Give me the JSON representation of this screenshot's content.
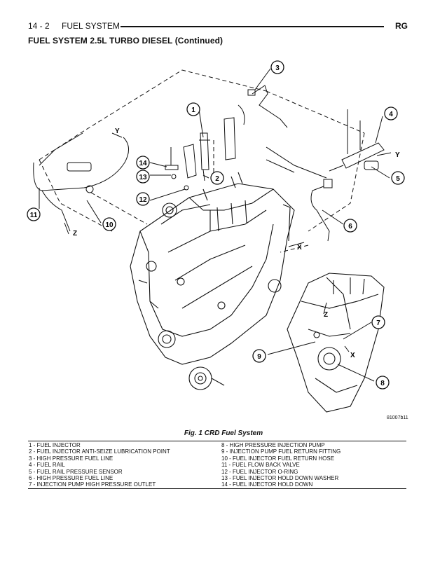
{
  "header": {
    "page": "14 - 2",
    "section": "FUEL SYSTEM",
    "code": "RG"
  },
  "title": "FUEL SYSTEM 2.5L TURBO DIESEL (Continued)",
  "figure": {
    "callouts": [
      "1",
      "2",
      "3",
      "4",
      "5",
      "6",
      "7",
      "8",
      "9",
      "10",
      "11",
      "12",
      "13",
      "14"
    ],
    "axis_labels": {
      "x": "X",
      "y": "Y",
      "z": "Z"
    },
    "figure_number": "81007b11",
    "caption": "Fig. 1 CRD Fuel System"
  },
  "legend": {
    "left": [
      "1 - FUEL INJECTOR",
      "2 - FUEL INJECTOR ANTI-SEIZE LUBRICATION POINT",
      "3 - HIGH PRESSURE FUEL LINE",
      "4 - FUEL RAIL",
      "5 - FUEL RAIL PRESSURE SENSOR",
      "6 - HIGH PRESSURE FUEL LINE",
      "7 - INJECTION PUMP HIGH PRESSURE OUTLET"
    ],
    "right": [
      "8 - HIGH PRESSURE INJECTION PUMP",
      "9 - INJECTION PUMP FUEL RETURN FITTING",
      "10 - FUEL INJECTOR FUEL RETURN HOSE",
      "11 - FUEL FLOW BACK VALVE",
      "12 - FUEL INJECTOR O-RING",
      "13 - FUEL INJECTOR HOLD DOWN WASHER",
      "14 - FUEL INJECTOR HOLD DOWN"
    ]
  }
}
